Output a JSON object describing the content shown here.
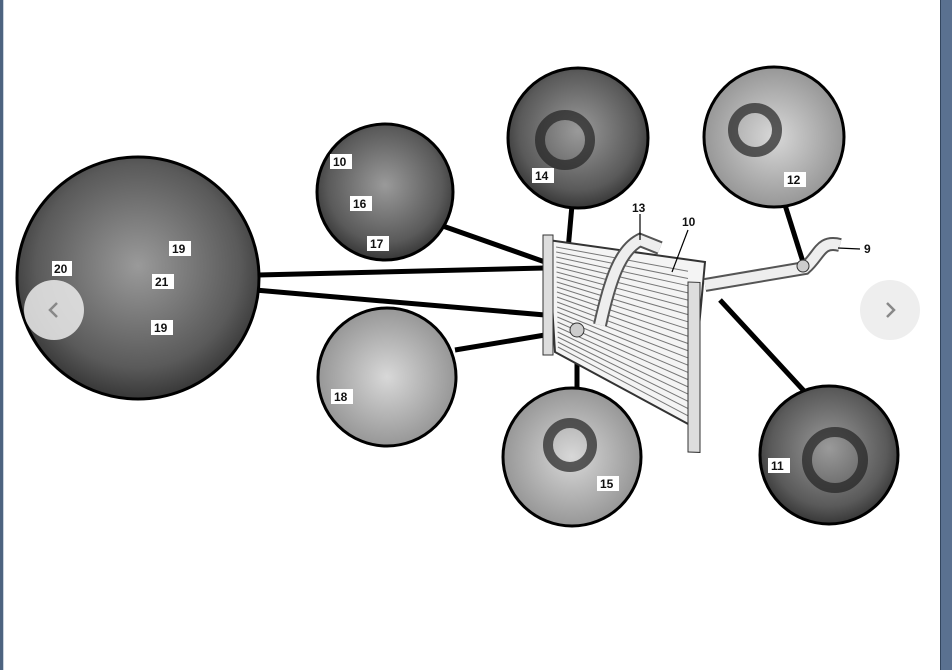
{
  "viewer": {
    "prev_icon": "chevron-left-icon",
    "next_icon": "chevron-right-icon",
    "frame_color": "#4d6380"
  },
  "diagram": {
    "callouts": {
      "c20": "20",
      "c21": "21",
      "c19a": "19",
      "c19b": "19",
      "c10a": "10",
      "c16": "16",
      "c17": "17",
      "c14": "14",
      "c12": "12",
      "c13": "13",
      "c10b": "10",
      "c9": "9",
      "c18": "18",
      "c15": "15",
      "c11": "11"
    }
  }
}
